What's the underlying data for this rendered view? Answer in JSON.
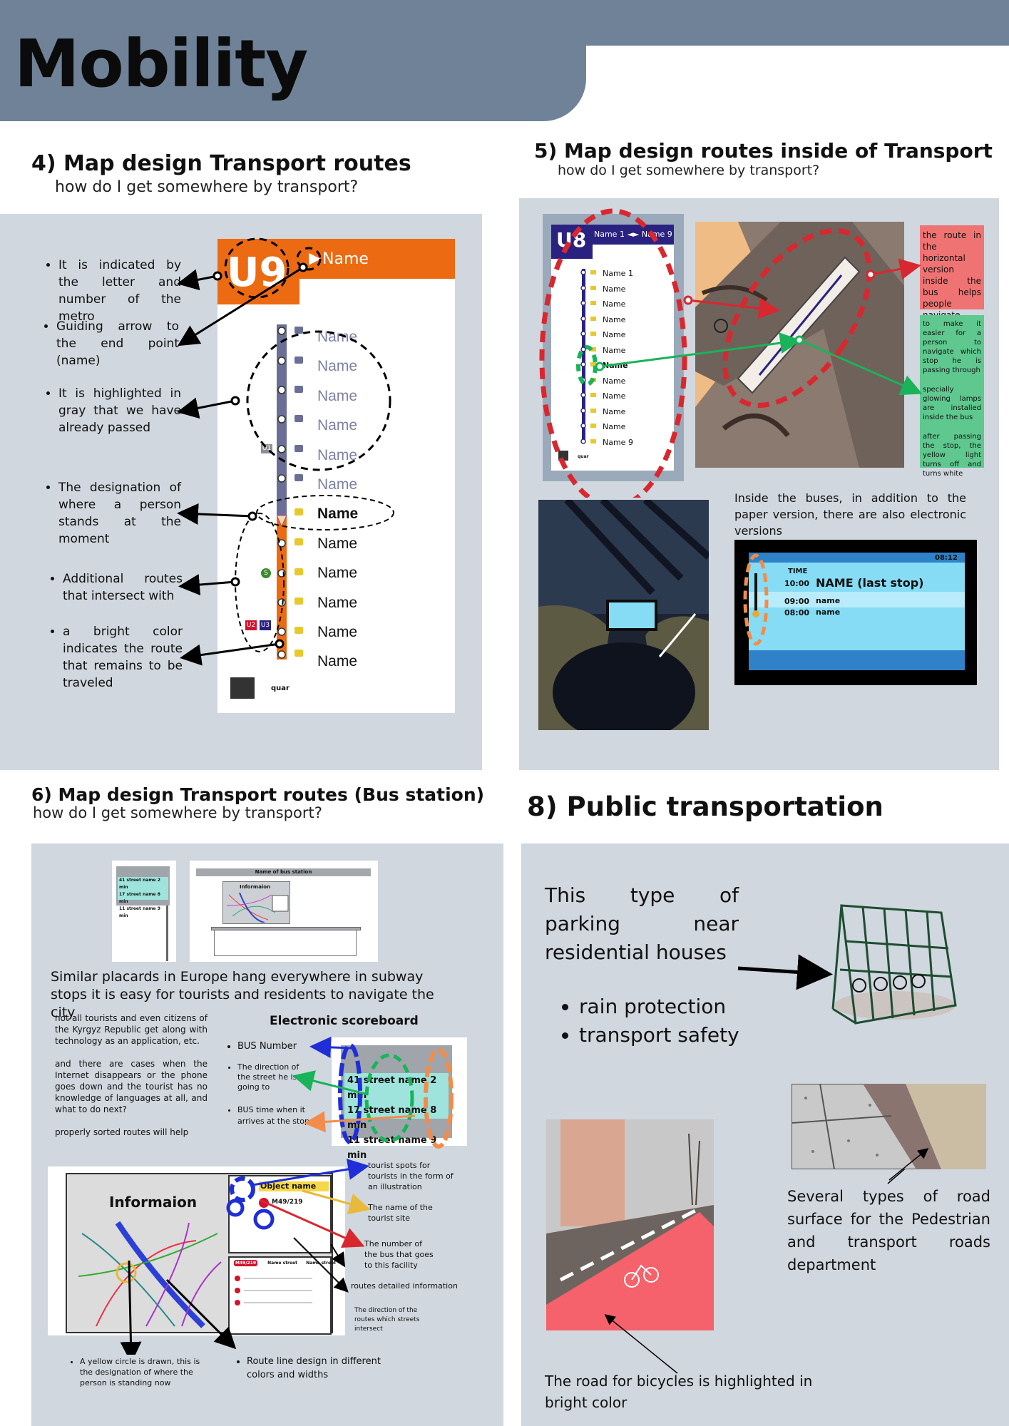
{
  "header": {
    "title": "Mobility"
  },
  "sec4": {
    "title": "4) Map design Transport routes",
    "subtitle": "how do I get somewhere by transport?",
    "badge": "U9",
    "dest": "Name",
    "stops": [
      "Name",
      "Name",
      "Name",
      "Name",
      "Name",
      "Name",
      "Name",
      "Name",
      "Name",
      "Name",
      "Name",
      "Name"
    ],
    "transfer_u1": "U1",
    "transfer_s": "S",
    "transfer_u2": "U2",
    "transfer_u3": "U3",
    "qr_label": "quar",
    "notes": [
      "It is indicated by the letter and number of the metro",
      "Guiding arrow to the end point (name)",
      "It is highlighted in gray that we have already passed",
      "The designation of where a person stands at the moment",
      "Additional routes that intersect with",
      "a bright color indicates the route that remains to be traveled"
    ]
  },
  "sec5": {
    "title": "5) Map design  routes inside of Transport",
    "subtitle": "how do I get somewhere by transport?",
    "badge": "U8",
    "header_route": "Name 1 ◄► Name 9",
    "stops": [
      "Name 1",
      "Name",
      "Name",
      "Name",
      "Name",
      "Name",
      "Name",
      "Name",
      "Name",
      "Name",
      "Name",
      "Name 9"
    ],
    "qr_label": "quar",
    "note_red": "the route in the horizontal version inside the bus helps people navigate",
    "note_green_1": "to make it easier for a person to navigate which stop he is passing through",
    "note_green_2": "specially glowing lamps are installed inside the bus",
    "note_green_3": "after passing the stop, the yellow light turns off and turns white",
    "electronic_note": "Inside the buses, in addition to the paper version, there are also electronic versions",
    "screen": {
      "clock": "08:12",
      "time_label": "TIME",
      "rows": [
        {
          "time": "10:00",
          "name": "NAME (last stop)"
        },
        {
          "time": "09:00",
          "name": "name"
        },
        {
          "time": "08:00",
          "name": "name"
        }
      ]
    }
  },
  "sec6": {
    "title": "6) Map design Transport routes (Bus station)",
    "subtitle": "how do I get somewhere by transport?",
    "placard_rows": [
      {
        "num": "41",
        "street": "street name",
        "min": "2 min"
      },
      {
        "num": "17",
        "street": "street name",
        "min": "8 min"
      },
      {
        "num": "11",
        "street": "street name",
        "min": "9 min"
      }
    ],
    "station_name": "Name of bus station",
    "station_info": "Informaion",
    "similar_note": "Similar placards in Europe hang everywhere in subway stops it is easy for tourists and residents to navigate the city",
    "tourist_note_1": "not all tourists and even citizens of the Kyrgyz Republic get along with technology as an application, etc.",
    "tourist_note_2": "and there are cases when the Internet disappears or the phone goes down and the tourist has no knowledge of languages at all, and what to do next?",
    "tourist_note_3": "properly sorted routes will help",
    "scoreboard_title": "Electronic scoreboard",
    "scoreboard_bullets": [
      "BUS Number",
      "The direction of the street he is going to",
      "BUS time when it arrives at the stop"
    ],
    "board_rows": [
      {
        "num": "41",
        "street": "street name",
        "min": "2 min"
      },
      {
        "num": "17",
        "street": "street name",
        "min": "8 min"
      },
      {
        "num": "11",
        "street": "street name",
        "min": "9 min"
      }
    ],
    "info_title": "Informaion",
    "object_name": "Object name",
    "bus_code": "M49/219",
    "route_row_code": "M49/219",
    "route_row_a": "Name street",
    "route_row_b": "Name street",
    "callouts": [
      "tourist spots for tourists in the form of an illustration",
      "The name of the tourist site",
      "The number of the bus that goes to this facility",
      "routes detailed information",
      "The direction of the routes which streets intersect"
    ],
    "bottom_notes": [
      "A yellow circle is drawn, this is the designation of where the person is standing now",
      "Route line design in different colors and widths"
    ]
  },
  "sec8": {
    "title": "8) Public transportation",
    "parking_note": "This  type of parking near residential houses",
    "parking_bullets": [
      "rain protection",
      "transport safety"
    ],
    "road_note": "Several types of road surface for the Pedestrian and transport roads department",
    "bike_note": "The road for bicycles is highlighted in bright color"
  },
  "colors": {
    "header": "#6f8298",
    "panel": "#d0d7de",
    "orange": "#ec6a11",
    "navy": "#2a2280",
    "red_note": "#f07373",
    "green_note": "#5ec88f",
    "screen_blue": "#86dcf5"
  }
}
